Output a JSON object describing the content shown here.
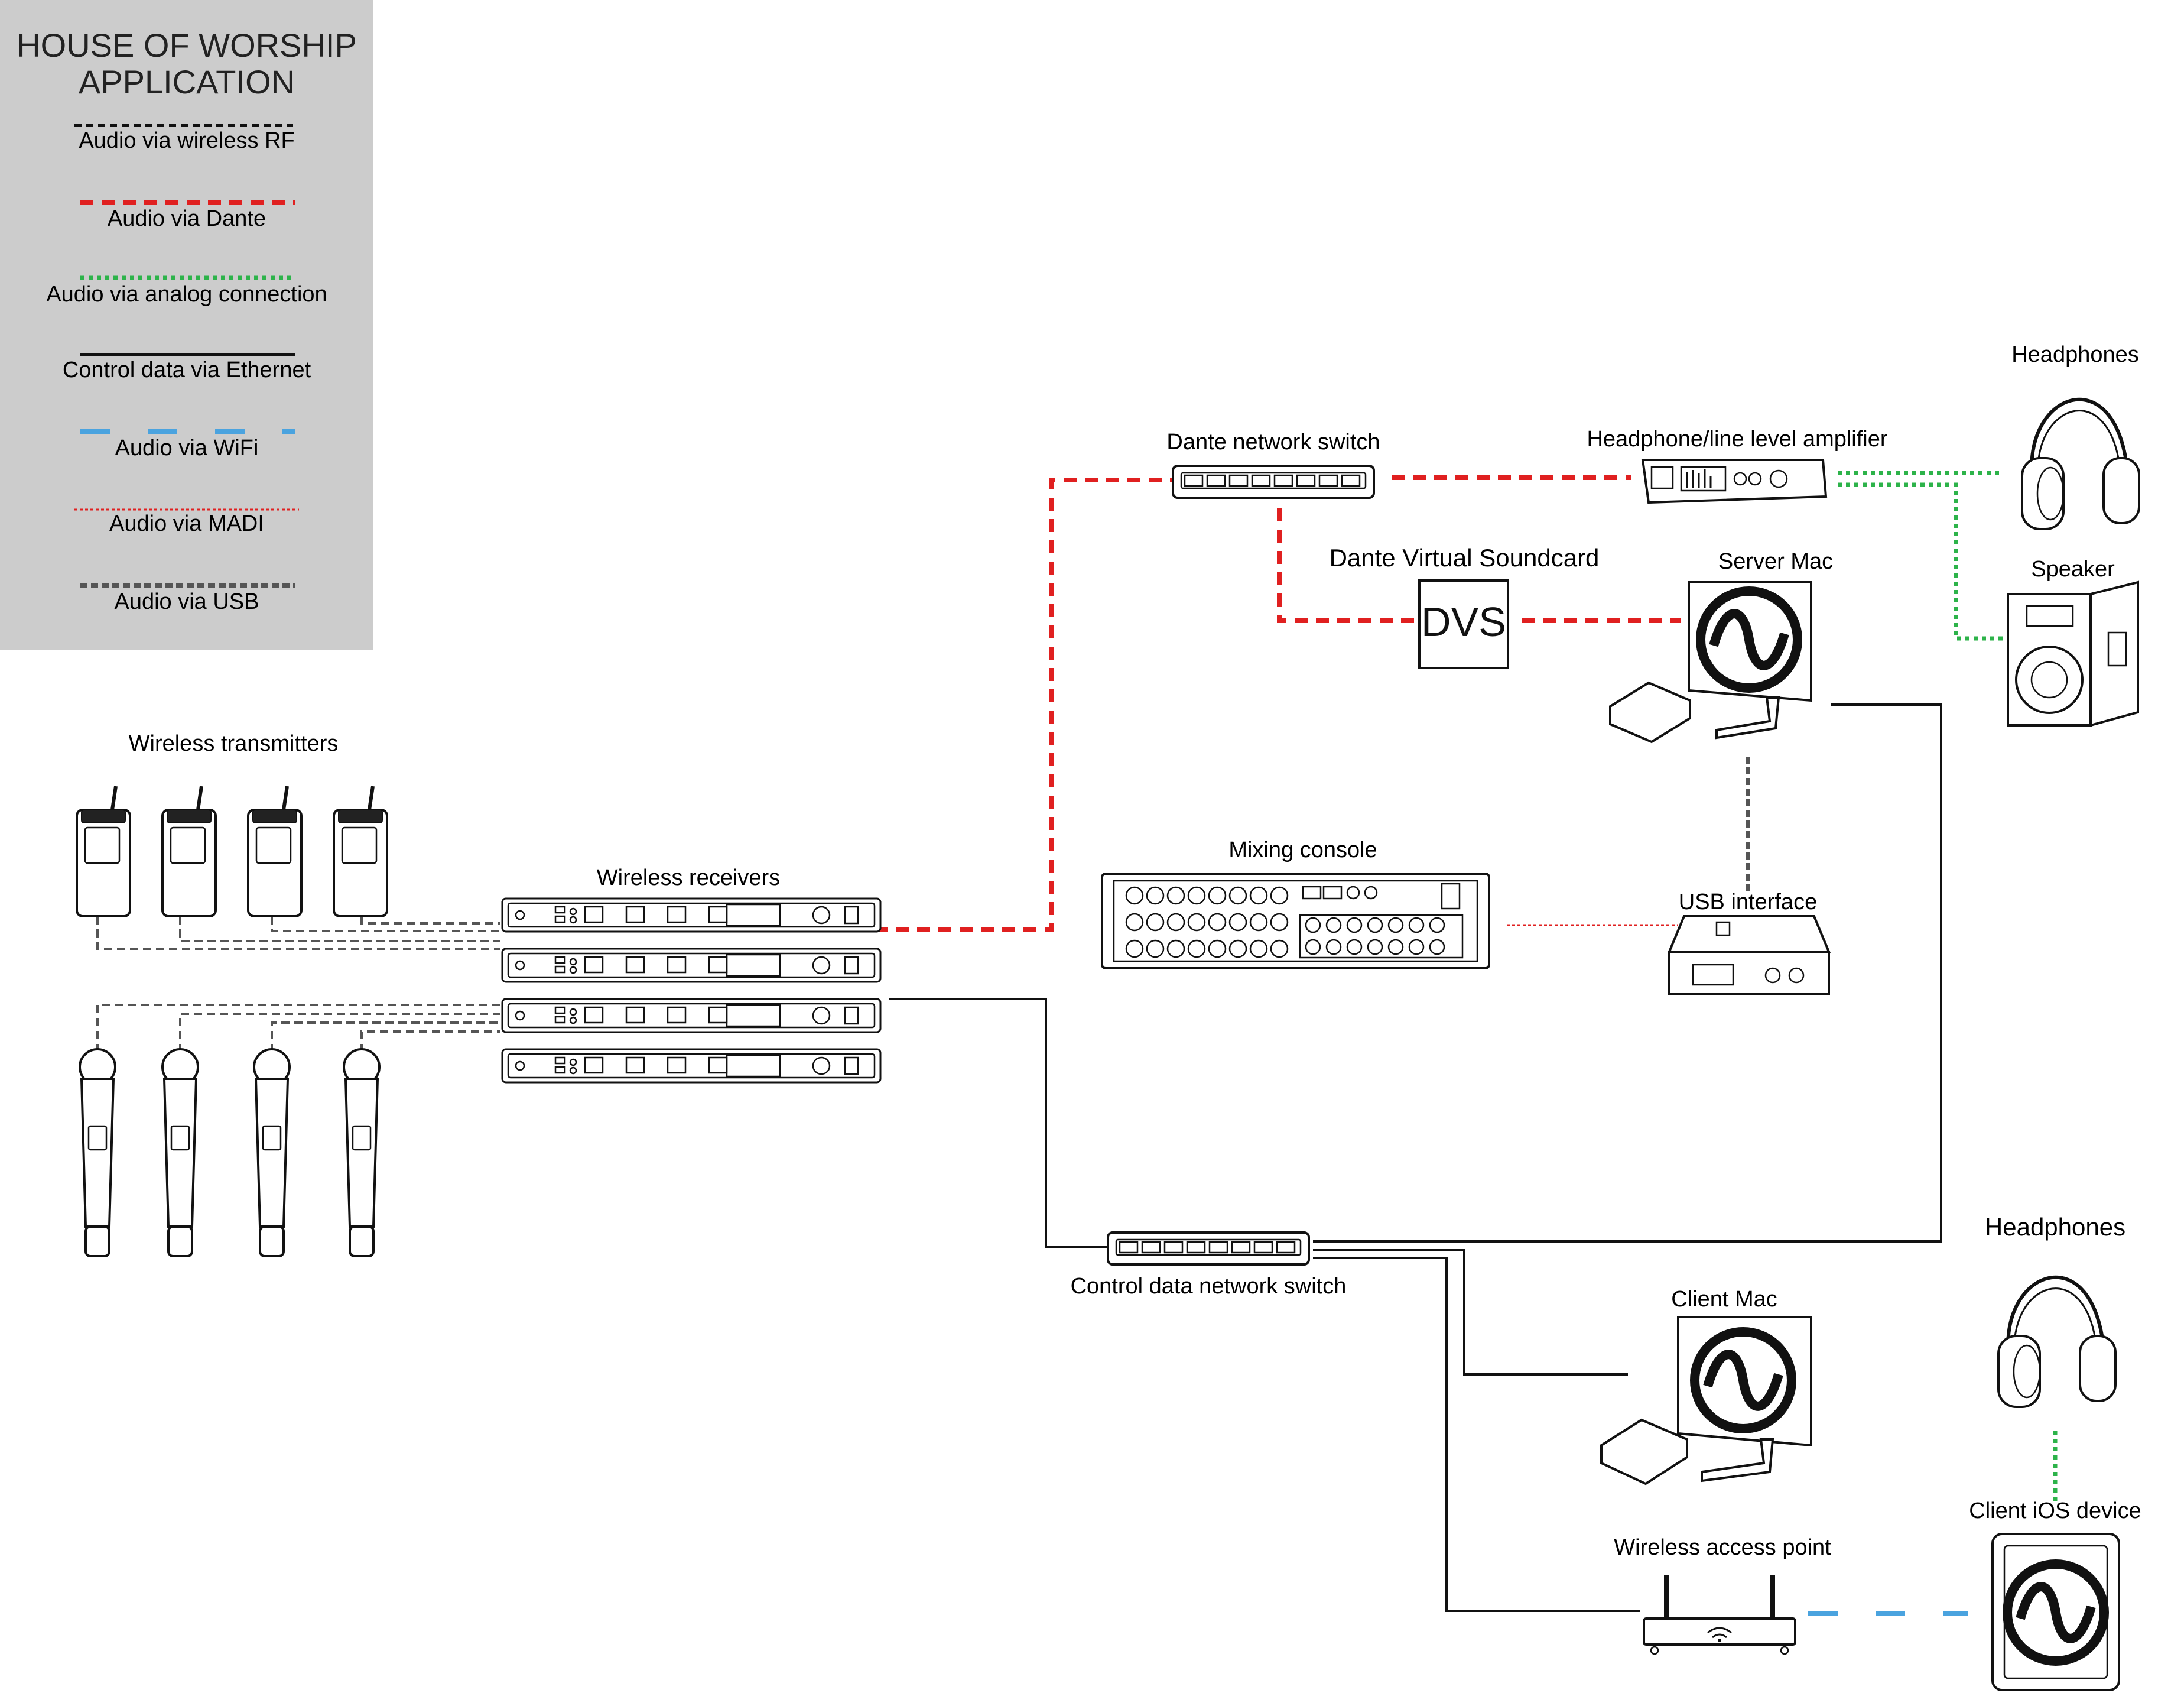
{
  "legend": {
    "title_line1": "HOUSE OF WORSHIP",
    "title_line2": "APPLICATION",
    "items": [
      {
        "label": "Audio via wireless RF",
        "color": "#111111"
      },
      {
        "label": "Audio via Dante",
        "color": "#e02020"
      },
      {
        "label": "Audio via analog connection",
        "color": "#2db34a"
      },
      {
        "label": "Control data via Ethernet",
        "color": "#111111"
      },
      {
        "label": "Audio via WiFi",
        "color": "#4aa3df"
      },
      {
        "label": "Audio via MADI",
        "color": "#e02020"
      },
      {
        "label": "Audio via USB",
        "color": "#555555"
      }
    ],
    "background": "#cccccc"
  },
  "devices": {
    "wireless_transmitters": "Wireless transmitters",
    "wireless_receivers": "Wireless receivers",
    "dante_switch": "Dante network switch",
    "amplifier": "Headphone/line level amplifier",
    "headphones_top": "Headphones",
    "speaker": "Speaker",
    "dvs_caption": "Dante Virtual Soundcard",
    "dvs_box": "DVS",
    "server_mac": "Server Mac",
    "mixing_console": "Mixing console",
    "usb_interface": "USB interface",
    "control_switch": "Control data network switch",
    "client_mac": "Client Mac",
    "headphones_bottom": "Headphones",
    "client_ios": "Client iOS device",
    "wireless_ap": "Wireless access point"
  }
}
